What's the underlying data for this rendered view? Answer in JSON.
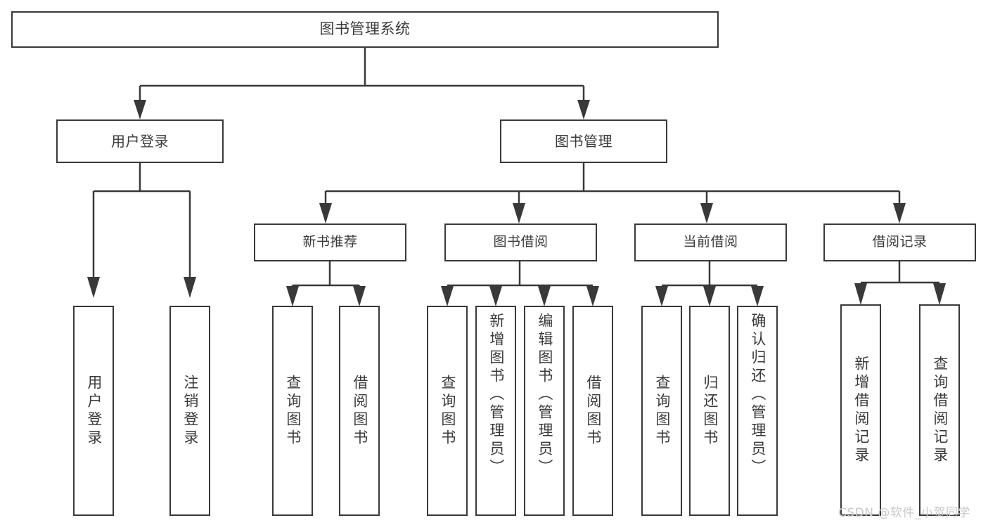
{
  "diagram": {
    "title": "图书管理系统",
    "type": "tree-hierarchy",
    "root": {
      "label": "图书管理系统"
    },
    "level1": [
      {
        "label": "用户登录"
      },
      {
        "label": "图书管理"
      }
    ],
    "level2": [
      {
        "label": "新书推荐"
      },
      {
        "label": "图书借阅"
      },
      {
        "label": "当前借阅"
      },
      {
        "label": "借阅记录"
      }
    ],
    "leaves": {
      "user_login": [
        {
          "label": "用户登录"
        },
        {
          "label": "注销登录"
        }
      ],
      "new_book_recommend": [
        {
          "label": "查询图书"
        },
        {
          "label": "借阅图书"
        }
      ],
      "book_borrow": [
        {
          "label": "查询图书"
        },
        {
          "label": "新增图书（管理员）"
        },
        {
          "label": "编辑图书（管理员）"
        },
        {
          "label": "借阅图书"
        }
      ],
      "current_borrow": [
        {
          "label": "查询图书"
        },
        {
          "label": "归还图书"
        },
        {
          "label": "确认归还（管理员）"
        }
      ],
      "borrow_record": [
        {
          "label": "新增借阅记录"
        },
        {
          "label": "查询借阅记录"
        }
      ]
    }
  },
  "watermark": {
    "text": "CSDN @软件_小贺同学"
  },
  "colors": {
    "border": "#393939",
    "text": "#3a3a3a",
    "background": "#ffffff",
    "watermark": "#c9c9c9"
  }
}
